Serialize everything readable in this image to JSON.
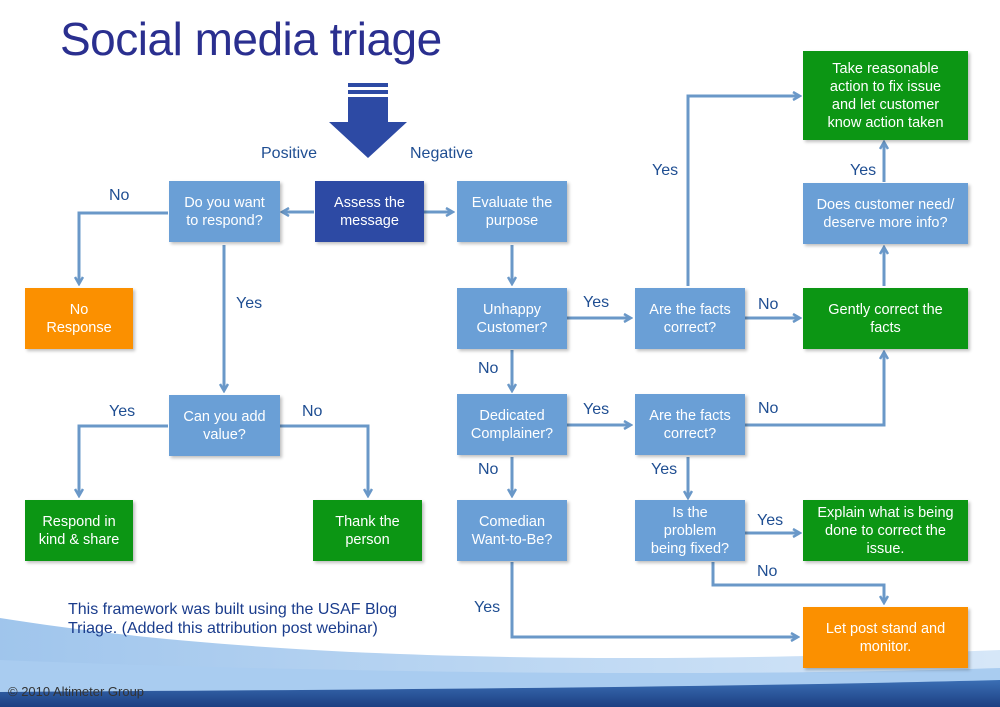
{
  "title": "Social media triage",
  "labels": {
    "positive": "Positive",
    "negative": "Negative",
    "no_respond": "No",
    "yes_respond": "Yes",
    "yes_add": "Yes",
    "no_add": "No",
    "yes_unhappy": "Yes",
    "no_unhappy": "No",
    "yes_dedicated": "Yes",
    "no_dedicated": "No",
    "yes_comedian": "Yes",
    "yes_facts_top": "Yes",
    "no_facts_top": "No",
    "no_facts_bottom": "No",
    "yes_facts_bottom": "Yes",
    "yes_fixed": "Yes",
    "no_fixed": "No",
    "yes_more_info": "Yes"
  },
  "nodes": {
    "assess": "Assess the\nmessage",
    "want_respond": "Do you want\nto respond?",
    "no_response": "No\nResponse",
    "add_value": "Can you add\nvalue?",
    "respond_kind": "Respond in\nkind & share",
    "thank": "Thank the\nperson",
    "evaluate": "Evaluate the\npurpose",
    "unhappy": "Unhappy\nCustomer?",
    "dedicated": "Dedicated\nComplainer?",
    "comedian": "Comedian\nWant-to-Be?",
    "facts_top": "Are the facts\ncorrect?",
    "facts_bottom": "Are the facts\ncorrect?",
    "being_fixed": "Is the\nproblem\nbeing fixed?",
    "take_action": "Take reasonable\naction to fix issue\nand let customer\nknow action taken",
    "more_info": "Does customer need/\ndeserve more info?",
    "correct_facts": "Gently correct the\nfacts",
    "explain": "Explain what is being\ndone to correct the\nissue.",
    "let_stand": "Let post stand and\nmonitor."
  },
  "note": "This framework was built using the USAF Blog Triage.  (Added this attribution post webinar)",
  "copyright": "© 2010 Altimeter Group",
  "colors": {
    "title": "#2a2f8f",
    "decision": "#6a9fd6",
    "start": "#2d4aa4",
    "positive_action": "#0c9614",
    "neutral_action": "#fb9000",
    "connector": "#6a98c8"
  }
}
